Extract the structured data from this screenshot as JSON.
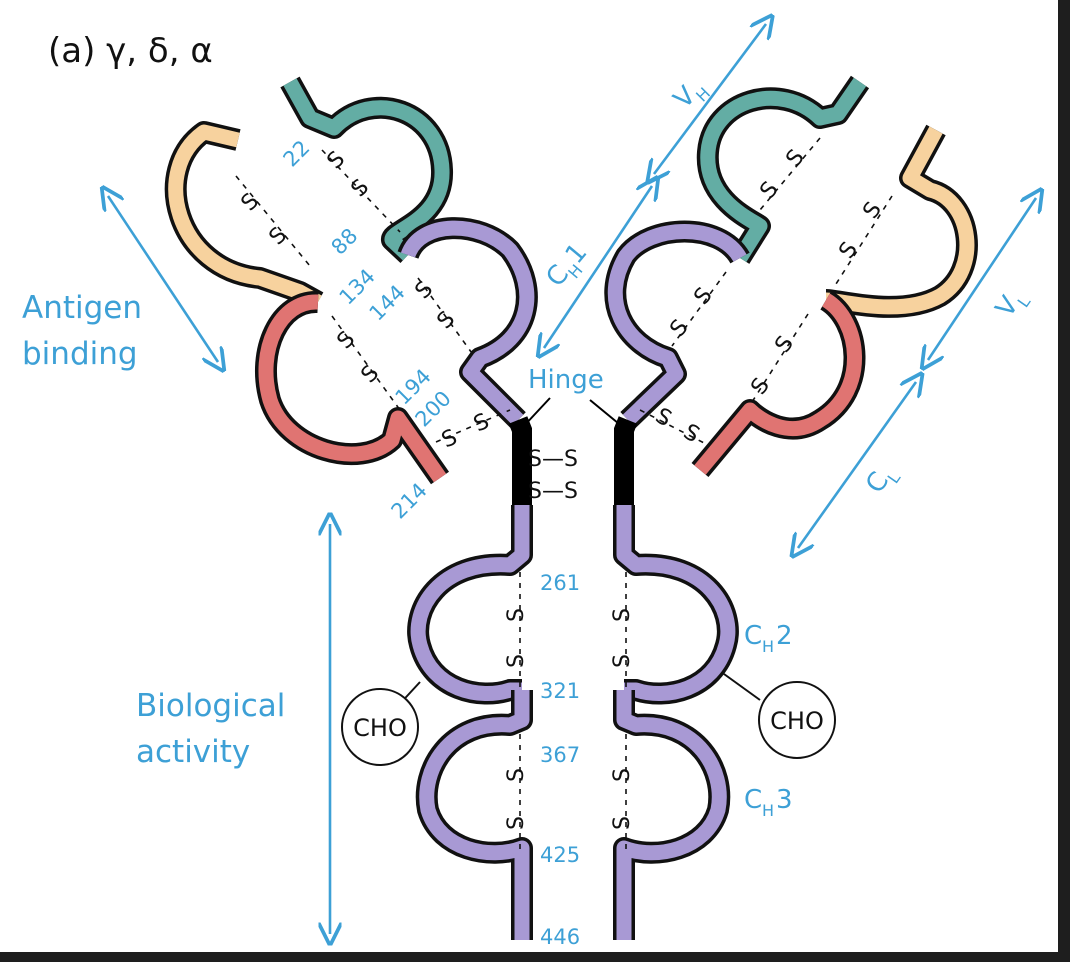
{
  "panel_title": "(a) γ, δ, α",
  "colors": {
    "variable_heavy": "#63ada4",
    "variable_light": "#f7d29e",
    "constant_light": "#e07472",
    "constant_heavy": "#a899d4",
    "hinge": "#000000",
    "label": "#3da0d6"
  },
  "region_labels": {
    "antigen_binding_1": "Antigen",
    "antigen_binding_2": "binding",
    "biological_activity_1": "Biological",
    "biological_activity_2": "activity",
    "hinge": "Hinge",
    "vh": "V",
    "vh_sub": "H",
    "vl": "V",
    "vl_sub": "L",
    "ch1": "C",
    "ch1_sub": "H",
    "ch1_num": "1",
    "cl": "C",
    "cl_sub": "L",
    "ch2": "C",
    "ch2_sub": "H",
    "ch2_num": "2",
    "ch3": "C",
    "ch3_sub": "H",
    "ch3_num": "3"
  },
  "carbohydrate": {
    "left": "CHO",
    "right": "CHO"
  },
  "residues": {
    "r22": "22",
    "r88": "88",
    "r134": "134",
    "r144": "144",
    "r194": "194",
    "r200": "200",
    "r214": "214",
    "r261": "261",
    "r321": "321",
    "r367": "367",
    "r425": "425",
    "r446": "446"
  },
  "disulfide": {
    "ss": "S—S",
    "s": "S"
  }
}
